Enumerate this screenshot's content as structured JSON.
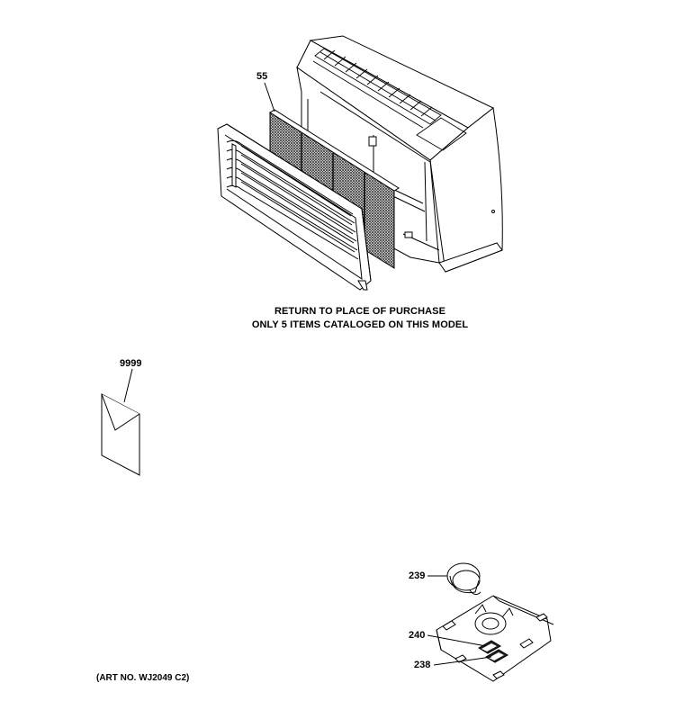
{
  "notes": {
    "line1": "RETURN TO PLACE OF PURCHASE",
    "line2": "ONLY 5 ITEMS CATALOGED ON THIS MODEL"
  },
  "art_number": "(ART NO. WJ2049 C2)",
  "callouts": {
    "filter": "55",
    "manual": "9999",
    "knob": "239",
    "control_panel": "240",
    "switch": "238"
  },
  "colors": {
    "line": "#000000",
    "background": "#ffffff",
    "mesh": "#3a3a3a"
  }
}
